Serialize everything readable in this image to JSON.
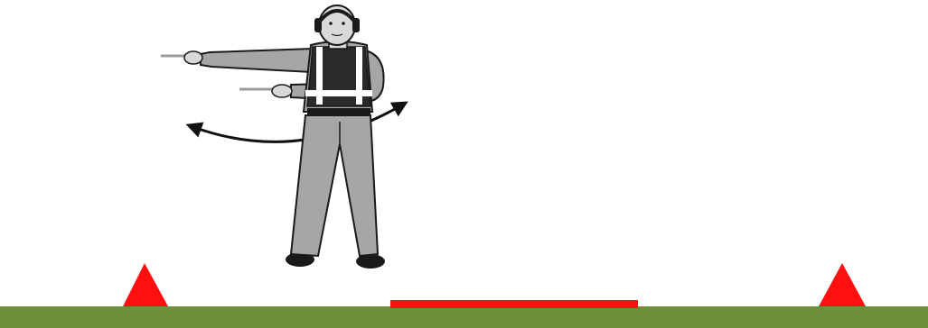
{
  "scene": {
    "colors": {
      "ground": "#6f8f3a",
      "marker": "#ff1010",
      "suit": "#a6a6a6",
      "outline": "#1a1a1a",
      "vest": "#2a2a2a",
      "reflective_stripe": "#ffffff",
      "skin": "#d9d9d9",
      "wand": "#9a9a9a",
      "arrow": "#111111"
    },
    "elements": [
      {
        "name": "marshaller-figure",
        "icon": "aircraft-marshaller-icon"
      },
      {
        "name": "left-ground-cone",
        "icon": "triangle-cone-icon"
      },
      {
        "name": "right-ground-cone",
        "icon": "triangle-cone-icon"
      },
      {
        "name": "center-ground-marker",
        "icon": "red-bar-icon"
      },
      {
        "name": "swing-motion-arrow",
        "icon": "double-headed-curved-arrow-icon"
      }
    ]
  }
}
